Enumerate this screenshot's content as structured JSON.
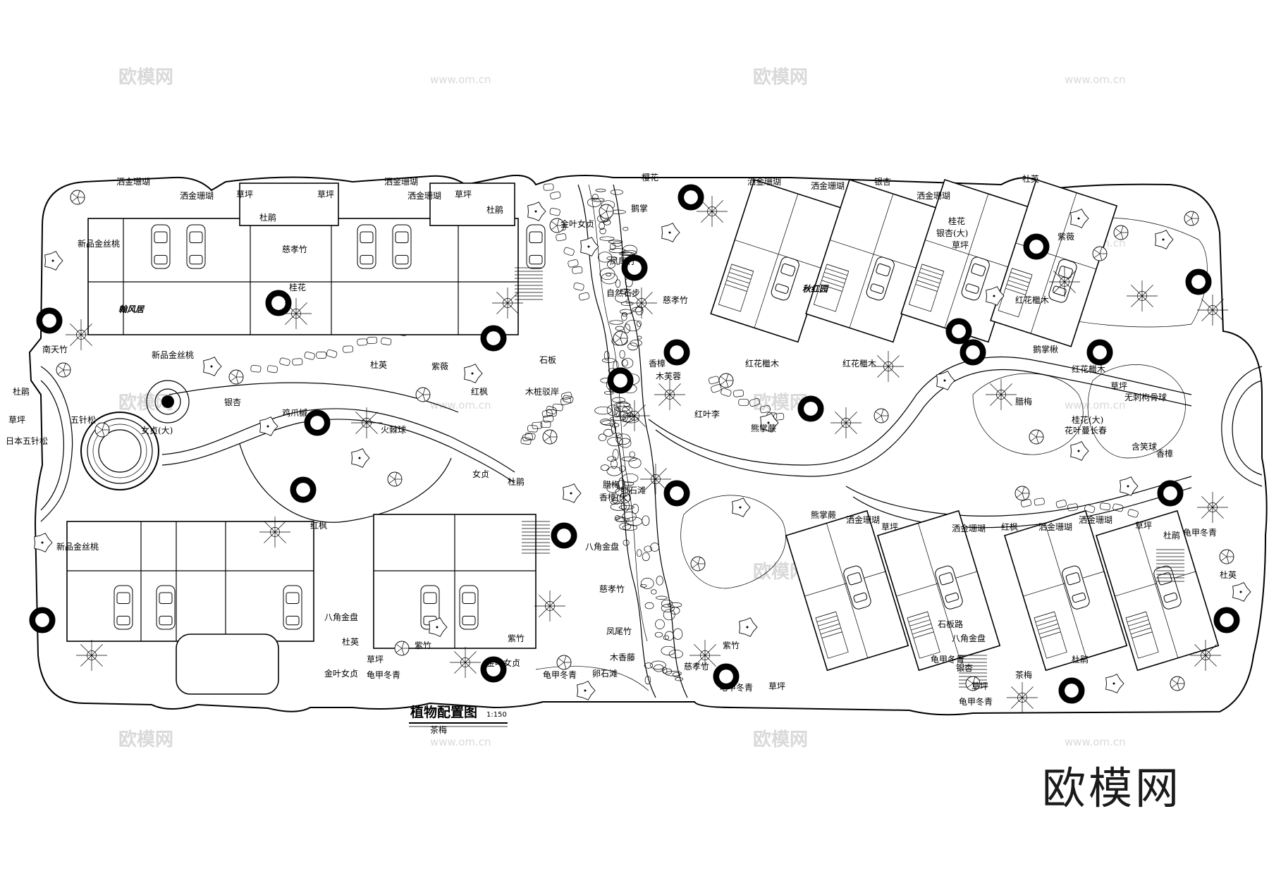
{
  "title": "植物配置图",
  "scale": "1:150",
  "logo": "欧模网",
  "watermark": {
    "brand": "欧模网",
    "url": "www.om.cn"
  },
  "areas": [
    "翰风居",
    "秋红园"
  ],
  "labels": [
    "洒金珊瑚",
    "洒金珊瑚",
    "草坪",
    "草坪",
    "杜鹃",
    "洒金珊瑚",
    "洒金珊瑚",
    "草坪",
    "杜鹃",
    "金叶女贞",
    "新品金丝桃",
    "慈孝竹",
    "桂花",
    "新品金丝桃",
    "杜英",
    "紫薇",
    "南天竹",
    "杜鹃",
    "草坪",
    "日本五针松",
    "五针松",
    "银杏",
    "女贞(大)",
    "鸡爪槭",
    "火棘球",
    "女贞",
    "杜鹃",
    "红枫",
    "红枫",
    "新品金丝桃",
    "八角金盘",
    "杜英",
    "紫竹",
    "紫竹",
    "草坪",
    "金叶女贞",
    "龟甲冬青",
    "金叶女贞",
    "龟甲冬青",
    "樱花",
    "鹅掌",
    "凤尾竹",
    "自然石步",
    "慈孝竹",
    "石板",
    "木桩驳岸",
    "香樟",
    "木芙蓉",
    "卵石滩",
    "八角金盘",
    "慈孝竹",
    "凤尾竹",
    "木香藤",
    "卵石滩",
    "慈孝竹",
    "龟甲冬青",
    "洒金珊瑚",
    "洒金珊瑚",
    "银杏",
    "洒金珊瑚",
    "杜英",
    "桂花",
    "银杏(大)",
    "草坪",
    "紫薇",
    "红花檵木",
    "红花檵木",
    "红花檵木",
    "鹅掌楸",
    "腊梅",
    "红花檵木",
    "草坪",
    "无刺枸骨球",
    "桂花(大)",
    "花叶蔓长春",
    "含笑球",
    "香樟",
    "腊梅",
    "香樟(大)",
    "红叶李",
    "熊掌蕨",
    "熊掌蕨",
    "洒金珊瑚",
    "草坪",
    "洒金珊瑚",
    "红枫",
    "洒金珊瑚",
    "洒金珊瑚",
    "草坪",
    "杜鹃",
    "龟甲冬青",
    "杜英",
    "杜鹃",
    "龟甲冬青",
    "银杏",
    "茶梅",
    "草坪",
    "草坪",
    "紫竹",
    "石板路",
    "八角金盘",
    "龟甲冬青",
    "茶梅"
  ]
}
